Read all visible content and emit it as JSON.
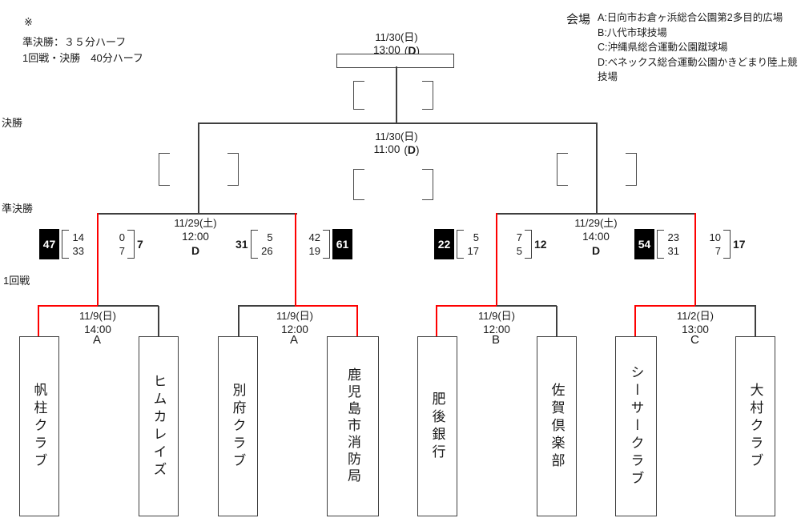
{
  "notes": {
    "mark": "※",
    "line1": "準決勝：３５分ハーフ",
    "line2": "1回戦・決勝　40分ハーフ"
  },
  "venues": {
    "label": "会場",
    "items": [
      "A:日向市お倉ヶ浜総合公園第2多目的広場",
      "B:八代市球技場",
      "C:沖縄県総合運動公園蹴球場",
      "D:ベネックス総合運動公園かきどまり陸上競技場"
    ]
  },
  "round_labels": {
    "final": "決勝",
    "semifinal": "準決勝",
    "first_round": "1回戦"
  },
  "punct": {
    "open": "(",
    "close": ")"
  },
  "final_match": {
    "date": "11/30(日)",
    "time": "13:00",
    "venue": "D"
  },
  "center_match": {
    "date": "11/30(日)",
    "time": "11:00",
    "venue": "D"
  },
  "semifinals": [
    {
      "date": "11/29(土)",
      "time": "12:00",
      "venue": "D"
    },
    {
      "date": "11/29(土)",
      "time": "14:00",
      "venue": "D"
    }
  ],
  "first_round": [
    {
      "date": "11/9(日)",
      "time": "14:00",
      "venue": "A",
      "home": {
        "team": "帆柱クラブ",
        "total": "47",
        "half1": "14",
        "half2": "33",
        "winner": true
      },
      "away": {
        "team": "ヒムカレイズ",
        "total": "7",
        "half1": "0",
        "half2": "7",
        "winner": false
      }
    },
    {
      "date": "11/9(日)",
      "time": "12:00",
      "venue": "A",
      "home": {
        "team": "別府クラブ",
        "total": "31",
        "half1": "5",
        "half2": "26",
        "winner": false
      },
      "away": {
        "team": "鹿児島市消防局",
        "total": "61",
        "half1": "42",
        "half2": "19",
        "winner": true
      }
    },
    {
      "date": "11/9(日)",
      "time": "12:00",
      "venue": "B",
      "home": {
        "team": "肥後銀行",
        "total": "22",
        "half1": "5",
        "half2": "17",
        "winner": true
      },
      "away": {
        "team": "佐賀倶楽部",
        "total": "12",
        "half1": "7",
        "half2": "5",
        "winner": false
      }
    },
    {
      "date": "11/2(日)",
      "time": "13:00",
      "venue": "C",
      "home": {
        "team": "シーサークラブ",
        "total": "54",
        "half1": "23",
        "half2": "31",
        "winner": true
      },
      "away": {
        "team": "大村クラブ",
        "total": "17",
        "half1": "10",
        "half2": "7",
        "winner": false
      }
    }
  ],
  "colors": {
    "winner_path": "#fe0000",
    "line": "#3f3f3f",
    "winner_badge_bg": "#000000",
    "winner_badge_text": "#ffffff"
  }
}
